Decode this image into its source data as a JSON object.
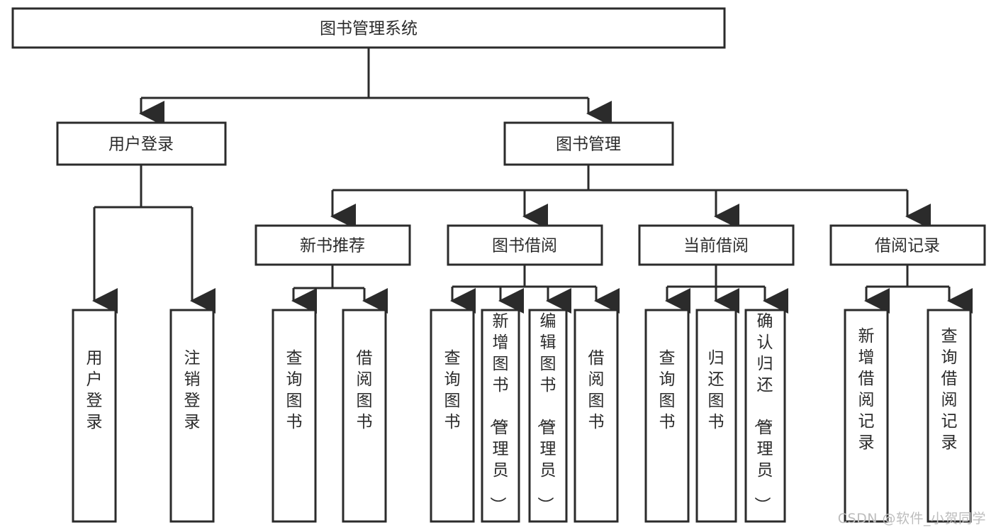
{
  "diagram": {
    "type": "tree-hierarchy",
    "title": "图书管理系统",
    "watermark": "CSDN @软件_小贺同学",
    "colors": {
      "stroke": "#2b2b2b",
      "fill": "#ffffff",
      "background": "#ffffff",
      "watermark": "#bdbdbd"
    },
    "levels": [
      {
        "level": 1,
        "nodes": [
          {
            "id": "root",
            "label": "图书管理系统",
            "orientation": "horizontal"
          }
        ]
      },
      {
        "level": 2,
        "nodes": [
          {
            "id": "user-login",
            "label": "用户登录",
            "orientation": "horizontal",
            "parent": "root"
          },
          {
            "id": "book-manage",
            "label": "图书管理",
            "orientation": "horizontal",
            "parent": "root"
          }
        ]
      },
      {
        "level": 3,
        "nodes": [
          {
            "id": "new-book-rec",
            "label": "新书推荐",
            "orientation": "horizontal",
            "parent": "book-manage"
          },
          {
            "id": "book-borrow",
            "label": "图书借阅",
            "orientation": "horizontal",
            "parent": "book-manage"
          },
          {
            "id": "current-borrow",
            "label": "当前借阅",
            "orientation": "horizontal",
            "parent": "book-manage"
          },
          {
            "id": "borrow-record",
            "label": "借阅记录",
            "orientation": "horizontal",
            "parent": "book-manage"
          }
        ]
      },
      {
        "level": 4,
        "nodes": [
          {
            "id": "leaf-user-login",
            "label": "用户登录",
            "orientation": "vertical",
            "parent": "user-login"
          },
          {
            "id": "leaf-user-logout",
            "label": "注销登录",
            "orientation": "vertical",
            "parent": "user-login"
          },
          {
            "id": "leaf-query-book-1",
            "label": "查询图书",
            "orientation": "vertical",
            "parent": "new-book-rec"
          },
          {
            "id": "leaf-borrow-book-1",
            "label": "借阅图书",
            "orientation": "vertical",
            "parent": "new-book-rec"
          },
          {
            "id": "leaf-query-book-2",
            "label": "查询图书",
            "orientation": "vertical",
            "parent": "book-borrow"
          },
          {
            "id": "leaf-add-book",
            "label": "新增图书（管理员）",
            "orientation": "vertical",
            "parent": "book-borrow"
          },
          {
            "id": "leaf-edit-book",
            "label": "编辑图书（管理员）",
            "orientation": "vertical",
            "parent": "book-borrow"
          },
          {
            "id": "leaf-borrow-book-2",
            "label": "借阅图书",
            "orientation": "vertical",
            "parent": "book-borrow"
          },
          {
            "id": "leaf-query-book-3",
            "label": "查询图书",
            "orientation": "vertical",
            "parent": "current-borrow"
          },
          {
            "id": "leaf-return-book",
            "label": "归还图书",
            "orientation": "vertical",
            "parent": "current-borrow"
          },
          {
            "id": "leaf-confirm-return",
            "label": "确认归还（管理员）",
            "orientation": "vertical",
            "parent": "current-borrow"
          },
          {
            "id": "leaf-add-record",
            "label": "新增借阅记录",
            "orientation": "vertical",
            "parent": "borrow-record"
          },
          {
            "id": "leaf-query-record",
            "label": "查询借阅记录",
            "orientation": "vertical",
            "parent": "borrow-record"
          }
        ]
      }
    ]
  }
}
